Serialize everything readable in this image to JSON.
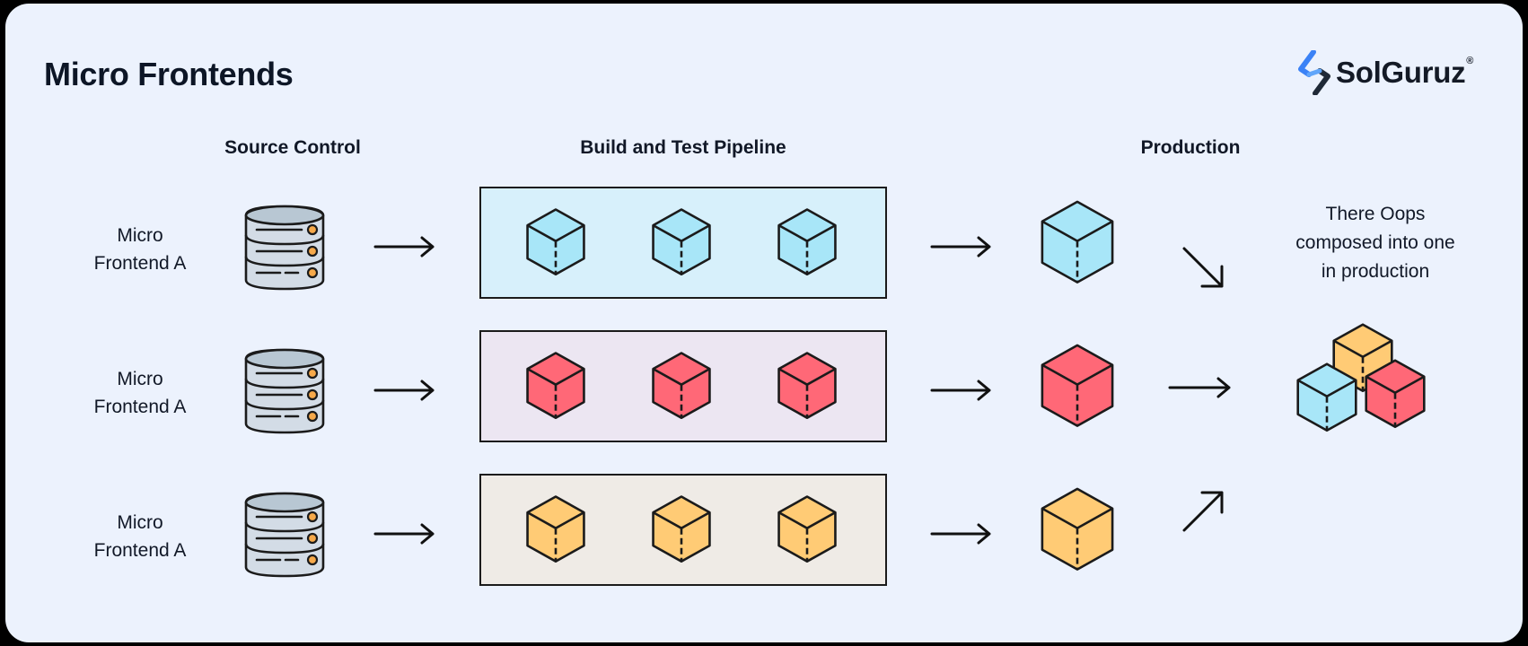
{
  "diagram": {
    "title": "Micro Frontends",
    "logo": {
      "text": "SolGuruz",
      "mark": "®",
      "icon": "solguruz-logo-icon"
    },
    "columns": {
      "source": "Source Control",
      "pipeline": "Build and Test Pipeline",
      "production": "Production"
    },
    "rows": [
      {
        "label_line1": "Micro",
        "label_line2": "Frontend A",
        "color": "#a8e6f8",
        "stage_bg": "#d7f0fb"
      },
      {
        "label_line1": "Micro",
        "label_line2": "Frontend A",
        "color": "#ff6877",
        "stage_bg": "#ece6f2"
      },
      {
        "label_line1": "Micro",
        "label_line2": "Frontend A",
        "color": "#ffcb75",
        "stage_bg": "#efebe6"
      }
    ],
    "note": {
      "line1": "There Oops",
      "line2": "composed into one",
      "line3": "in production"
    },
    "colors": {
      "background": "#ecf2fd",
      "outline": "#1b1b1b",
      "database": "#d3dce6",
      "database_top": "#b8c7d3",
      "indicator": "#f6a94a"
    }
  }
}
